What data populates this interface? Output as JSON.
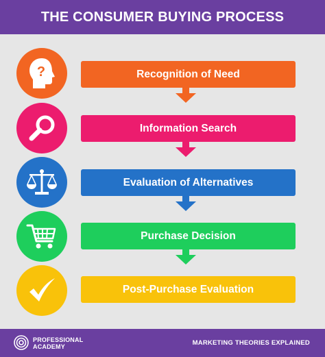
{
  "header": {
    "title": "THE CONSUMER BUYING PROCESS",
    "bg_color": "#6a3fa0"
  },
  "steps": [
    {
      "label": "Recognition of Need",
      "icon": "question-head-icon",
      "color": "#f26522"
    },
    {
      "label": "Information Search",
      "icon": "magnifier-icon",
      "color": "#ec1c6e"
    },
    {
      "label": "Evaluation of Alternatives",
      "icon": "scales-icon",
      "color": "#2472c8"
    },
    {
      "label": "Purchase Decision",
      "icon": "shopping-cart-icon",
      "color": "#1ece5c"
    },
    {
      "label": "Post-Purchase Evaluation",
      "icon": "checkmark-icon",
      "color": "#f9c20a"
    }
  ],
  "footer": {
    "brand_line1": "PROFESSIONAL",
    "brand_line2": "ACADEMY",
    "right_text": "MARKETING THEORIES EXPLAINED",
    "logo_icon": "professional-academy-logo-icon"
  }
}
